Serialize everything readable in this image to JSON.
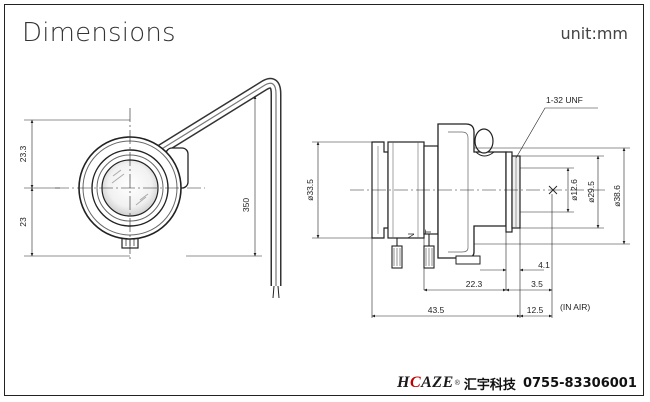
{
  "title": "Dimensions",
  "unit_label": "unit:mm",
  "dimensions": {
    "front_top": "23.3",
    "front_bottom": "23",
    "cable_length": "350",
    "body_dia": "ø33.5",
    "thread": "1-32 UNF",
    "mount_dia": "ø12.6",
    "flange_dia": "ø29.5",
    "outer_dia": "ø38.6",
    "d_4_1": "4.1",
    "d_22_3": "22.3",
    "d_3_5": "3.5",
    "d_43_5": "43.5",
    "d_12_5": "12.5",
    "in_air": "(IN AIR)",
    "knob_n": "N",
    "knob_t": "T"
  },
  "brand": {
    "logo_pre": "H",
    "logo_mid": "C",
    "logo_post": "AZE",
    "registered": "®",
    "name_cn": "汇宇科技",
    "phone": "0755-83306001"
  }
}
